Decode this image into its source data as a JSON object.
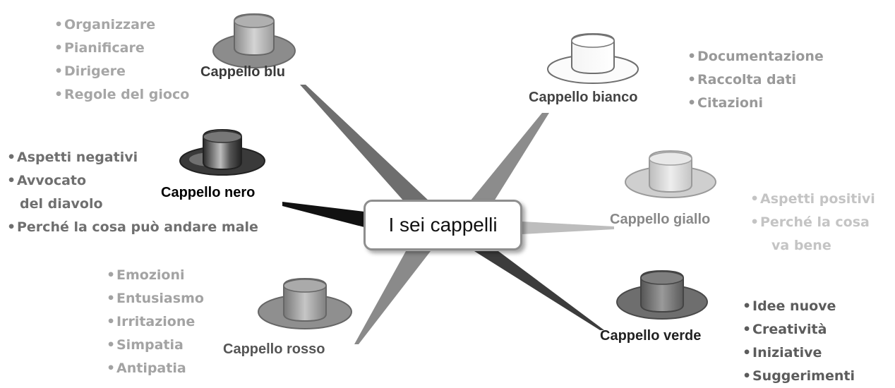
{
  "center": {
    "title": "I sei cappelli"
  },
  "hats": {
    "blu": {
      "label": "Cappello blu",
      "items": [
        "Organizzare",
        "Pianificare",
        "Dirigere",
        "Regole del gioco"
      ]
    },
    "bianco": {
      "label": "Cappello bianco",
      "items": [
        "Documentazione",
        "Raccolta dati",
        "Citazioni"
      ]
    },
    "nero": {
      "label": "Cappello nero",
      "items": [
        "Aspetti negativi",
        "Avvocato",
        "del diavolo",
        "Perché la cosa può andare male"
      ]
    },
    "giallo": {
      "label": "Cappello giallo",
      "items": [
        "Aspetti positivi",
        "Perché la cosa",
        "va bene"
      ]
    },
    "rosso": {
      "label": "Cappello rosso",
      "items": [
        "Emozioni",
        "Entusiasmo",
        "Irritazione",
        "Simpatia",
        "Antipatia"
      ]
    },
    "verde": {
      "label": "Cappello verde",
      "items": [
        "Idee nuove",
        "Creatività",
        "Iniziative",
        "Suggerimenti"
      ]
    }
  }
}
